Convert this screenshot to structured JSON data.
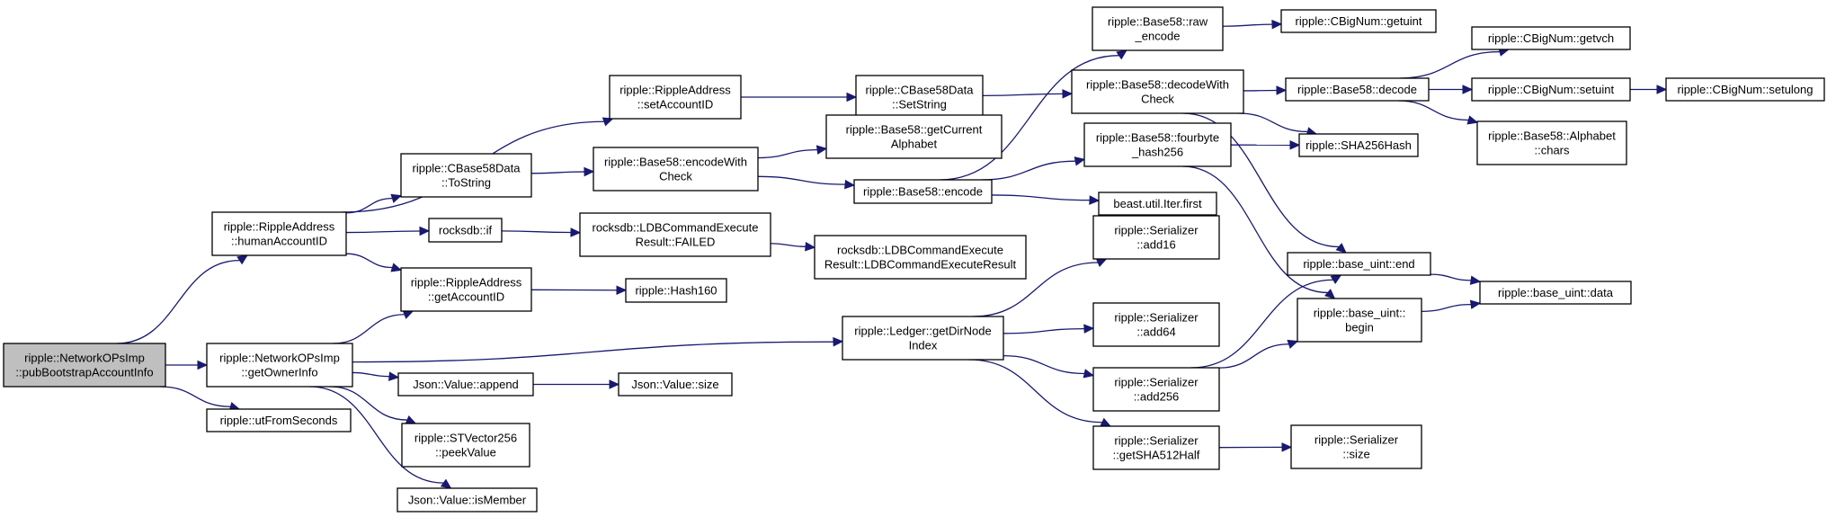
{
  "colors": {
    "edge": "#191970",
    "root_fill": "#bfbfbf",
    "node_fill": "#ffffff",
    "border": "#000000"
  },
  "nodes": [
    {
      "id": "n0",
      "lines": [
        "ripple::NetworkOPsImp",
        "::pubBootstrapAccountInfo"
      ],
      "root": true
    },
    {
      "id": "n1",
      "lines": [
        "ripple::RippleAddress",
        "::humanAccountID"
      ]
    },
    {
      "id": "n2",
      "lines": [
        "ripple::NetworkOPsImp",
        "::getOwnerInfo"
      ]
    },
    {
      "id": "n3",
      "lines": [
        "ripple::utFromSeconds"
      ]
    },
    {
      "id": "n4",
      "lines": [
        "ripple::RippleAddress",
        "::setAccountID"
      ]
    },
    {
      "id": "n5",
      "lines": [
        "ripple::CBase58Data",
        "::ToString"
      ]
    },
    {
      "id": "n6",
      "lines": [
        "rocksdb::if"
      ]
    },
    {
      "id": "n7",
      "lines": [
        "ripple::RippleAddress",
        "::getAccountID"
      ]
    },
    {
      "id": "n8",
      "lines": [
        "Json::Value::append"
      ]
    },
    {
      "id": "n9",
      "lines": [
        "ripple::STVector256",
        "::peekValue"
      ]
    },
    {
      "id": "n10",
      "lines": [
        "Json::Value::isMember"
      ]
    },
    {
      "id": "n11",
      "lines": [
        "ripple::CBase58Data",
        "::SetString"
      ]
    },
    {
      "id": "n12",
      "lines": [
        "ripple::Base58::encodeWith",
        "Check"
      ]
    },
    {
      "id": "n13",
      "lines": [
        "rocksdb::LDBCommandExecute",
        "Result::FAILED"
      ]
    },
    {
      "id": "n14",
      "lines": [
        "ripple::Hash160"
      ]
    },
    {
      "id": "n15",
      "lines": [
        "Json::Value::size"
      ]
    },
    {
      "id": "n16",
      "lines": [
        "ripple::Base58::getCurrent",
        "Alphabet"
      ]
    },
    {
      "id": "n17",
      "lines": [
        "ripple::Base58::encode"
      ]
    },
    {
      "id": "n18",
      "lines": [
        "rocksdb::LDBCommandExecute",
        "Result::LDBCommandExecuteResult"
      ]
    },
    {
      "id": "n19",
      "lines": [
        "ripple::Ledger::getDirNode",
        "Index"
      ]
    },
    {
      "id": "n20",
      "lines": [
        "ripple::Base58::raw",
        "_encode"
      ]
    },
    {
      "id": "n21",
      "lines": [
        "ripple::Base58::decodeWith",
        "Check"
      ]
    },
    {
      "id": "n22",
      "lines": [
        "ripple::Base58::fourbyte",
        "_hash256"
      ]
    },
    {
      "id": "n23",
      "lines": [
        "beast.util.Iter.first"
      ]
    },
    {
      "id": "n24",
      "lines": [
        "ripple::Serializer",
        "::add16"
      ]
    },
    {
      "id": "n25",
      "lines": [
        "ripple::Serializer",
        "::add64"
      ]
    },
    {
      "id": "n26",
      "lines": [
        "ripple::Serializer",
        "::add256"
      ]
    },
    {
      "id": "n27",
      "lines": [
        "ripple::Serializer",
        "::getSHA512Half"
      ]
    },
    {
      "id": "n28",
      "lines": [
        "ripple::CBigNum::getuint"
      ]
    },
    {
      "id": "n29",
      "lines": [
        "ripple::Base58::decode"
      ]
    },
    {
      "id": "n30",
      "lines": [
        "ripple::SHA256Hash"
      ]
    },
    {
      "id": "n31",
      "lines": [
        "ripple::base_uint::end"
      ]
    },
    {
      "id": "n32",
      "lines": [
        "ripple::base_uint::",
        "begin"
      ]
    },
    {
      "id": "n33",
      "lines": [
        "ripple::Serializer",
        "::size"
      ]
    },
    {
      "id": "n34",
      "lines": [
        "ripple::CBigNum::getvch"
      ]
    },
    {
      "id": "n35",
      "lines": [
        "ripple::CBigNum::setuint"
      ]
    },
    {
      "id": "n36",
      "lines": [
        "ripple::Base58::Alphabet",
        "::chars"
      ]
    },
    {
      "id": "n37",
      "lines": [
        "ripple::base_uint::data"
      ]
    },
    {
      "id": "n38",
      "lines": [
        "ripple::CBigNum::setulong"
      ]
    }
  ],
  "edges": [
    [
      "n0",
      "n1"
    ],
    [
      "n0",
      "n2"
    ],
    [
      "n0",
      "n3"
    ],
    [
      "n1",
      "n4"
    ],
    [
      "n1",
      "n5"
    ],
    [
      "n1",
      "n6"
    ],
    [
      "n1",
      "n7"
    ],
    [
      "n2",
      "n7"
    ],
    [
      "n2",
      "n8"
    ],
    [
      "n2",
      "n9"
    ],
    [
      "n2",
      "n10"
    ],
    [
      "n2",
      "n19"
    ],
    [
      "n4",
      "n11"
    ],
    [
      "n5",
      "n12"
    ],
    [
      "n6",
      "n13"
    ],
    [
      "n7",
      "n14"
    ],
    [
      "n8",
      "n15"
    ],
    [
      "n11",
      "n21"
    ],
    [
      "n12",
      "n16"
    ],
    [
      "n12",
      "n17"
    ],
    [
      "n13",
      "n18"
    ],
    [
      "n17",
      "n20"
    ],
    [
      "n17",
      "n22"
    ],
    [
      "n17",
      "n23"
    ],
    [
      "n19",
      "n24"
    ],
    [
      "n19",
      "n25"
    ],
    [
      "n19",
      "n26"
    ],
    [
      "n19",
      "n27"
    ],
    [
      "n20",
      "n28"
    ],
    [
      "n21",
      "n29"
    ],
    [
      "n21",
      "n30"
    ],
    [
      "n21",
      "n31"
    ],
    [
      "n22",
      "n30"
    ],
    [
      "n22",
      "n32"
    ],
    [
      "n26",
      "n31"
    ],
    [
      "n26",
      "n32"
    ],
    [
      "n27",
      "n33"
    ],
    [
      "n29",
      "n34"
    ],
    [
      "n29",
      "n35"
    ],
    [
      "n29",
      "n36"
    ],
    [
      "n31",
      "n37"
    ],
    [
      "n32",
      "n37"
    ],
    [
      "n35",
      "n38"
    ]
  ]
}
